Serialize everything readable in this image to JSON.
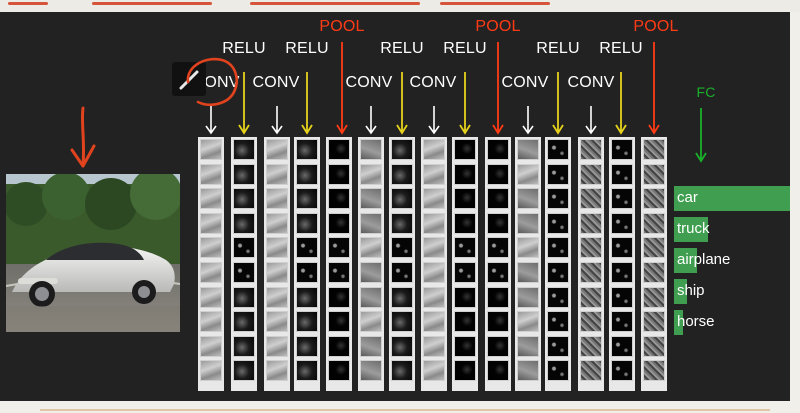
{
  "header": {
    "note": ""
  },
  "labels": {
    "relu": "RELU",
    "pool": "POOL",
    "conv": "CONV",
    "conv_partial": "ONV",
    "fc": "FC"
  },
  "classes": [
    "car",
    "truck",
    "airplane",
    "ship",
    "horse"
  ],
  "class_scores": [
    0.82,
    0.24,
    0.16,
    0.09,
    0.06
  ],
  "colors": {
    "relu_arrow": "#e6d21c",
    "pool": "#ff3b16",
    "fc": "#19b02a",
    "bar": "#3f9e4f",
    "annotation": "#e0431e"
  },
  "icons": {
    "tool": "pencil-icon",
    "annotation": "red-circle-annotation"
  }
}
